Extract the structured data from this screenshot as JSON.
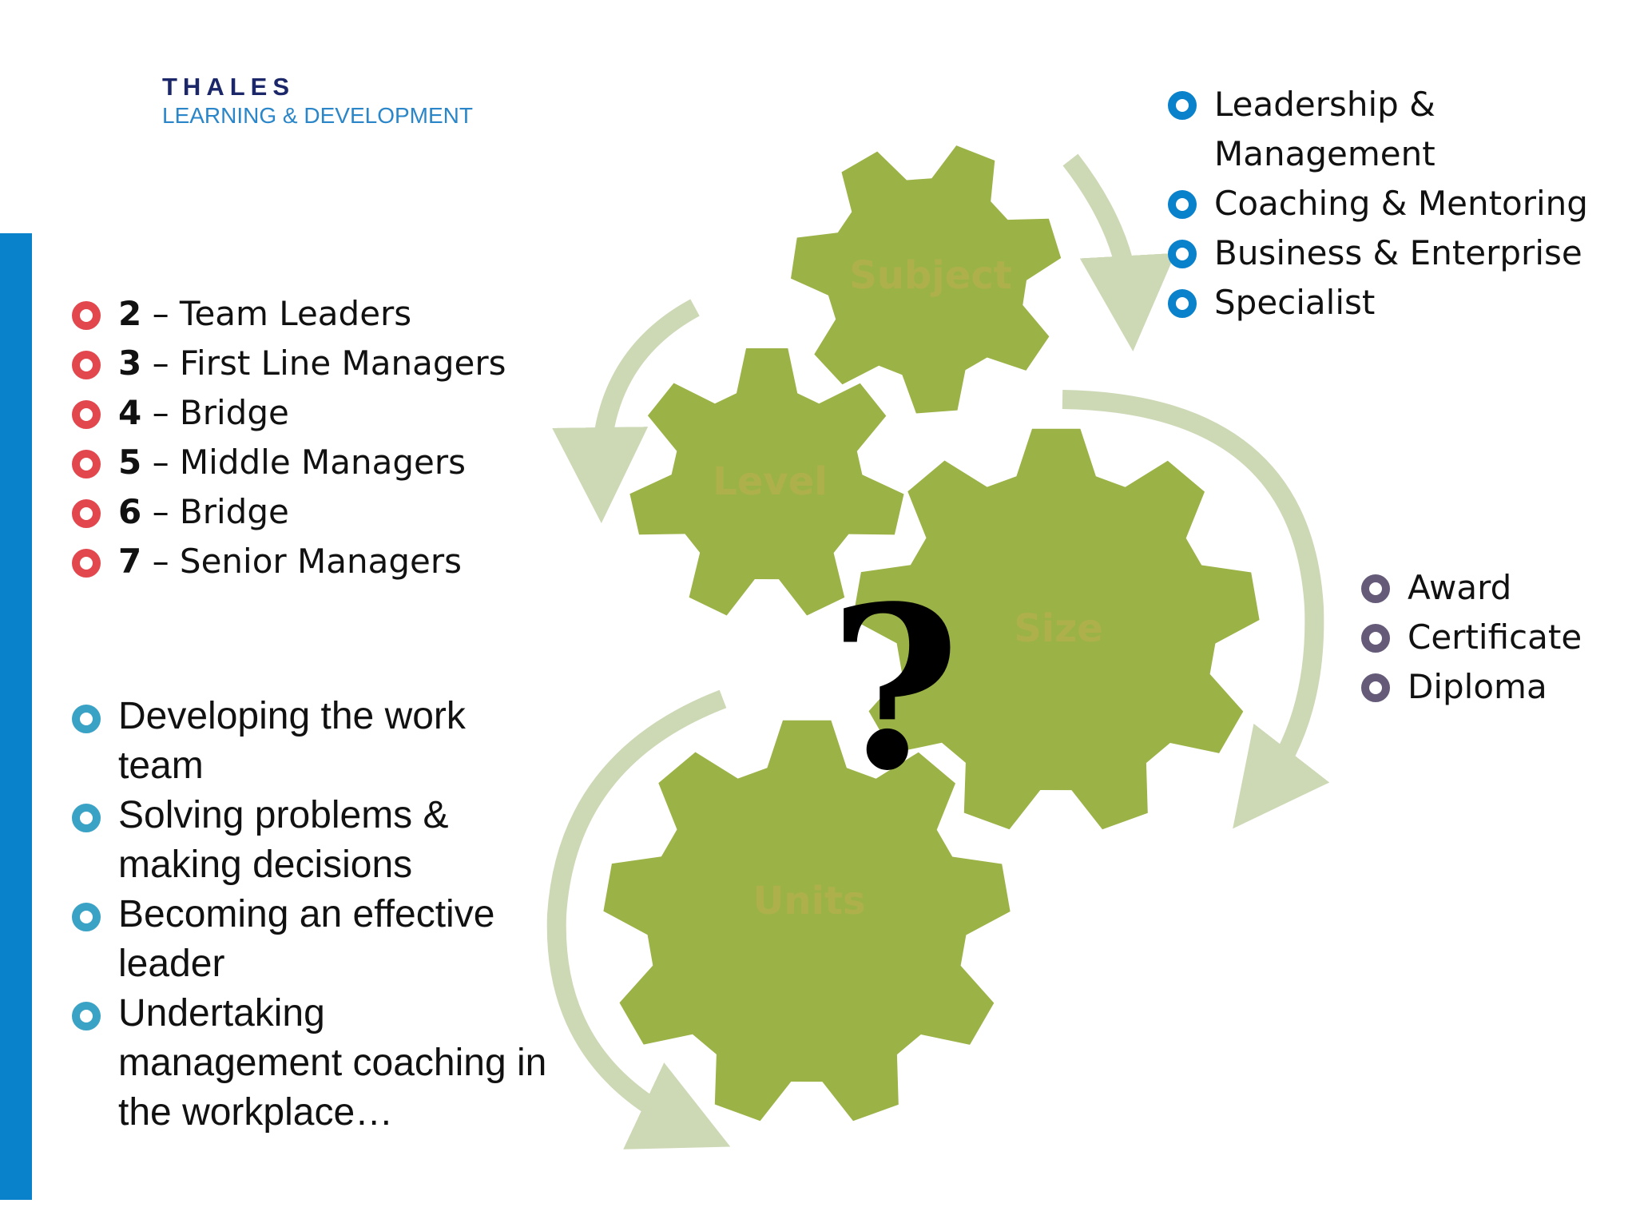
{
  "logo": {
    "brand": "THALES",
    "subtitle": "LEARNING & DEVELOPMENT"
  },
  "levels": [
    {
      "num": "2",
      "text": " – Team Leaders"
    },
    {
      "num": "3",
      "text": " – First Line Managers"
    },
    {
      "num": "4",
      "text": " – Bridge"
    },
    {
      "num": "5",
      "text": " – Middle Managers"
    },
    {
      "num": "6",
      "text": " – Bridge"
    },
    {
      "num": "7",
      "text": " – Senior Managers"
    }
  ],
  "topics": [
    "Developing the work team",
    "Solving problems & making decisions",
    "Becoming an effective leader",
    "Undertaking management coaching in the workplace…"
  ],
  "subjects": [
    "Leadership & Management",
    "Coaching & Mentoring",
    "Business & Enterprise",
    "Specialist"
  ],
  "sizes": [
    "Award",
    "Certificate",
    "Diploma"
  ],
  "gears": {
    "subject": "Subject",
    "level": "Level",
    "size": "Size",
    "units": "Units"
  },
  "question_mark": "?",
  "colors": {
    "accent_bar": "#0a82cb",
    "gear": "#9bb246",
    "arrow": "#cdd8b5",
    "bullet_levels": "#e3474e",
    "bullet_topics": "#3aa2c4",
    "bullet_subjects": "#0a82cb",
    "bullet_sizes": "#655b78"
  }
}
